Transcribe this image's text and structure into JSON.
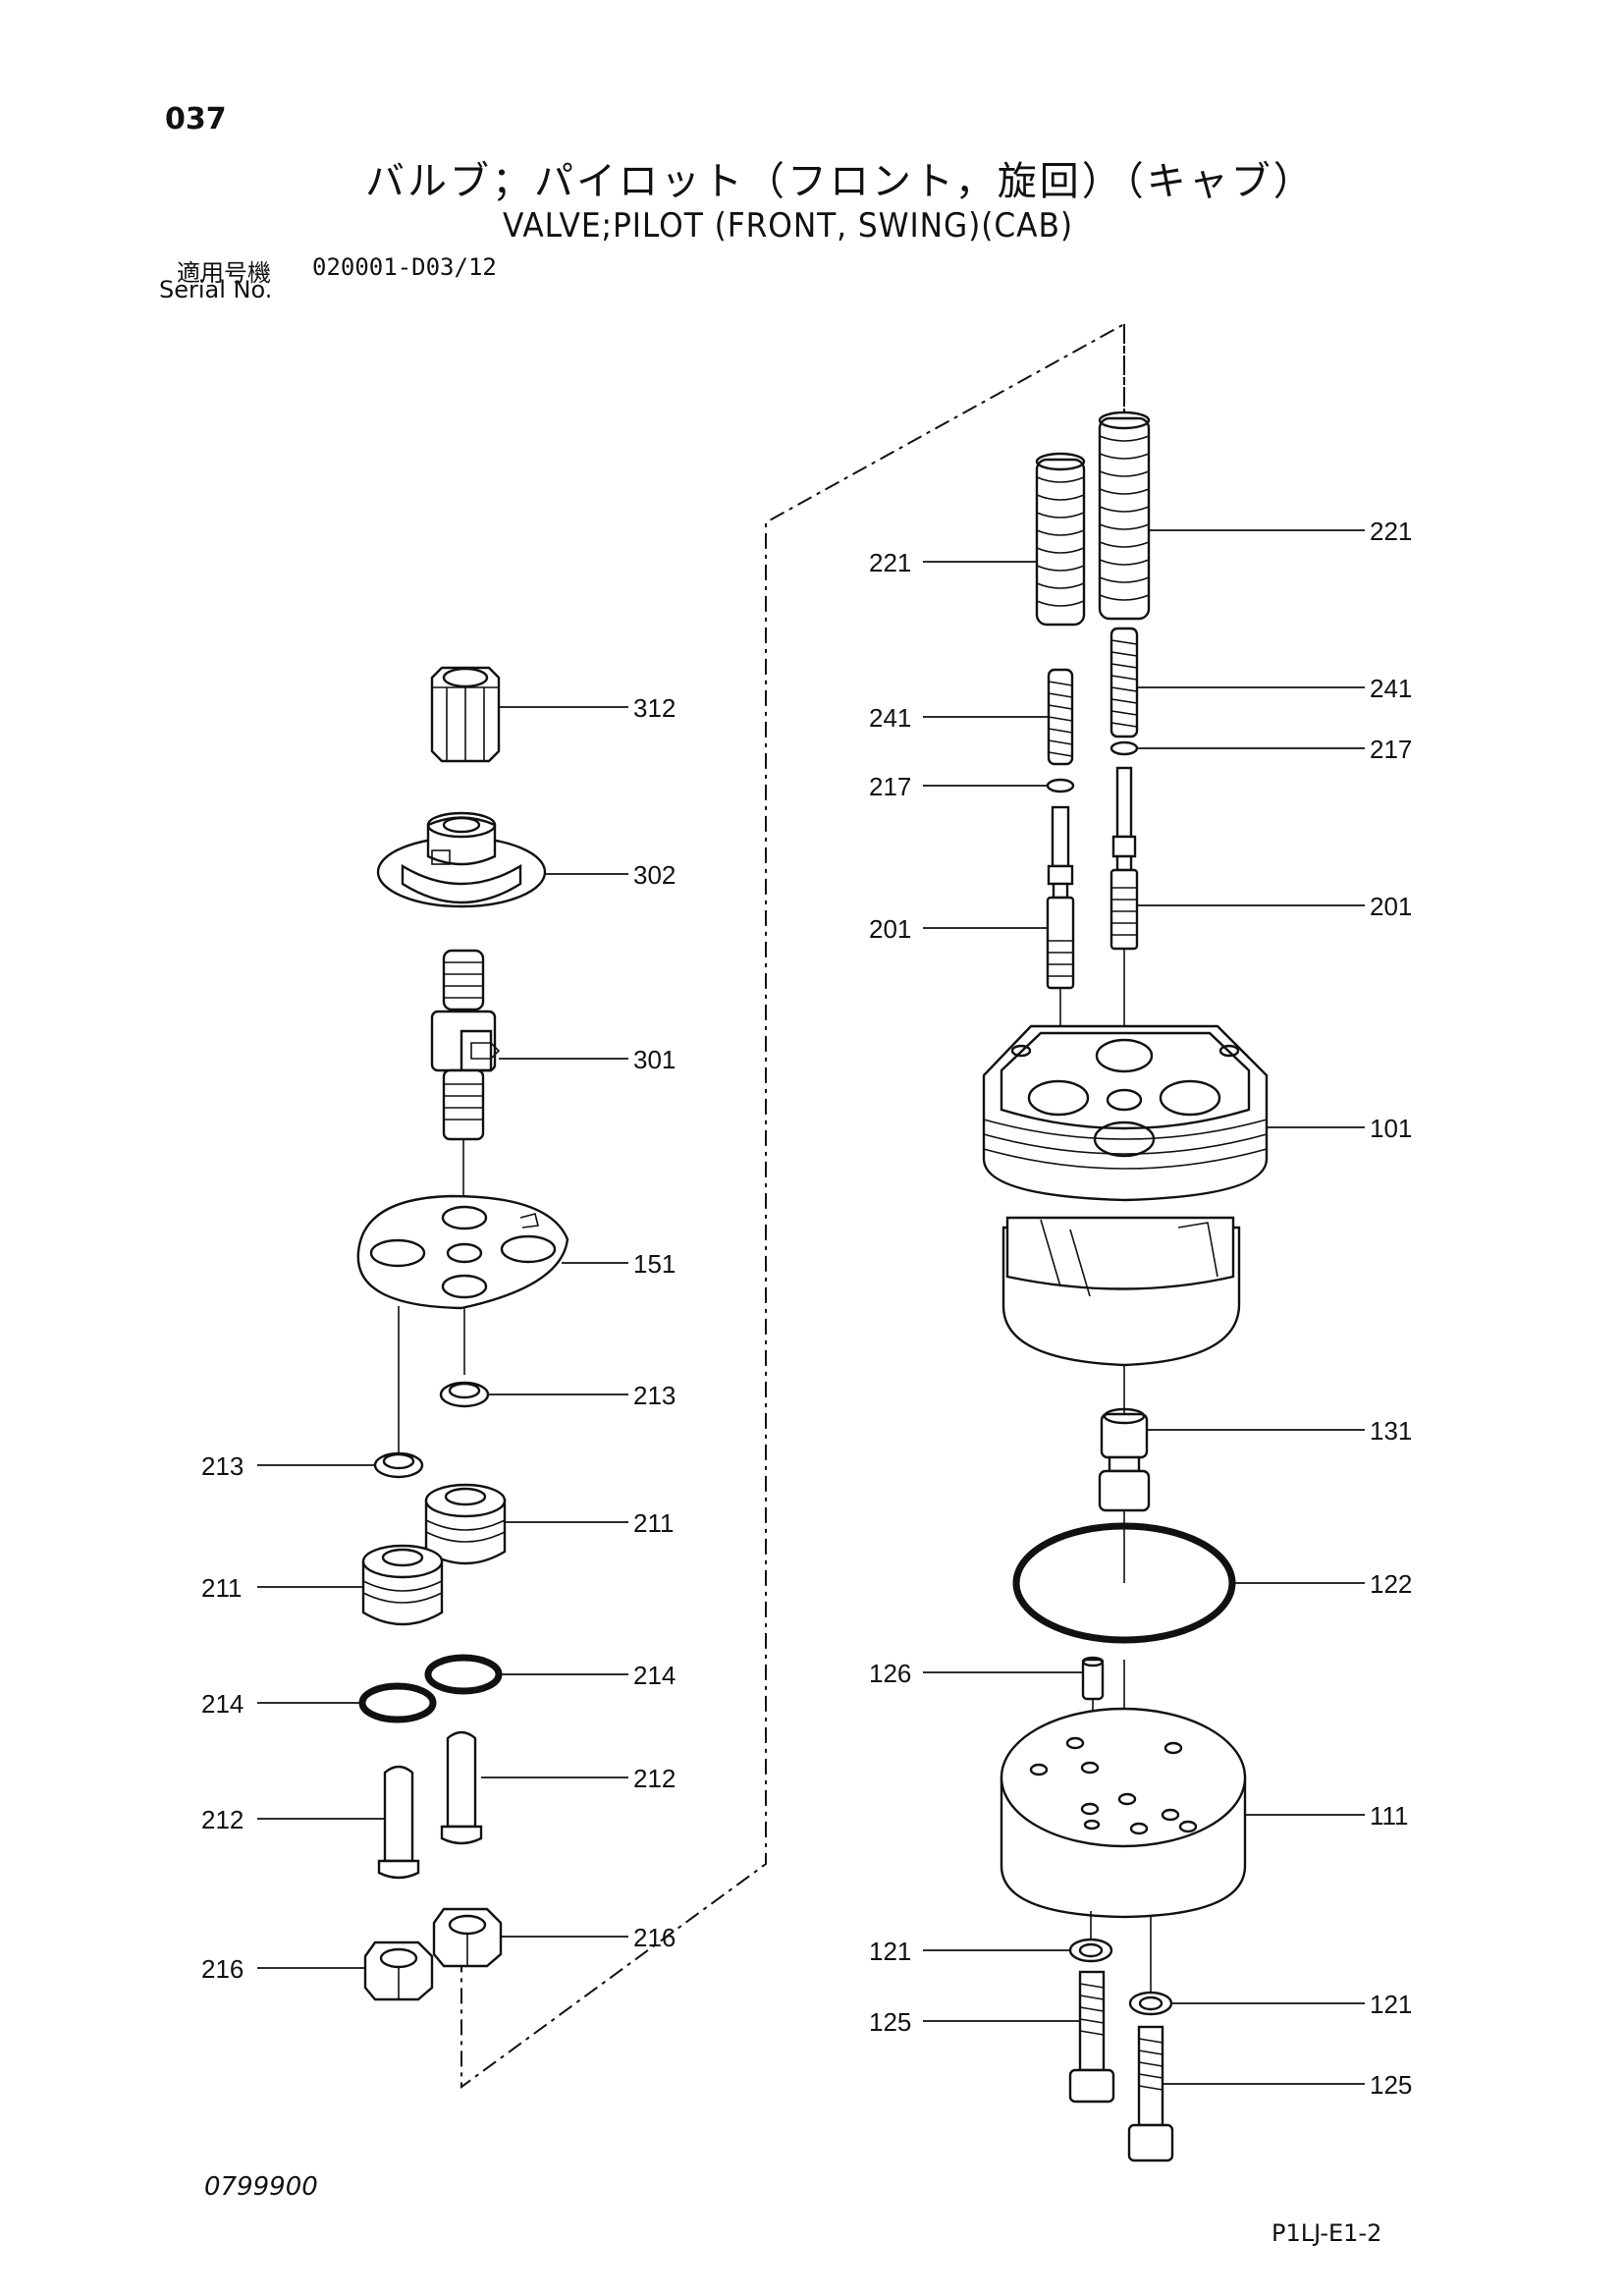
{
  "header": {
    "page_number": "037",
    "title_jp": "バルブ；パイロット（フロント，旋回）（キャブ）",
    "title_en": "VALVE;PILOT (FRONT, SWING)(CAB)",
    "serial_label_jp": "適用号機",
    "serial_label_en": "Serial No.",
    "serial_value": "020001-D03/12"
  },
  "footer": {
    "doc_number": "0799900",
    "page_code": "P1LJ-E1-2"
  },
  "parts": {
    "p101": "101",
    "p111": "111",
    "p121a": "121",
    "p121b": "121",
    "p122": "122",
    "p125a": "125",
    "p125b": "125",
    "p126": "126",
    "p131": "131",
    "p151": "151",
    "p201a": "201",
    "p201b": "201",
    "p211a": "211",
    "p211b": "211",
    "p212a": "212",
    "p212b": "212",
    "p213a": "213",
    "p213b": "213",
    "p214a": "214",
    "p214b": "214",
    "p216a": "216",
    "p216b": "216",
    "p217a": "217",
    "p217b": "217",
    "p221a": "221",
    "p221b": "221",
    "p241a": "241",
    "p241b": "241",
    "p301": "301",
    "p302": "302",
    "p312": "312"
  }
}
